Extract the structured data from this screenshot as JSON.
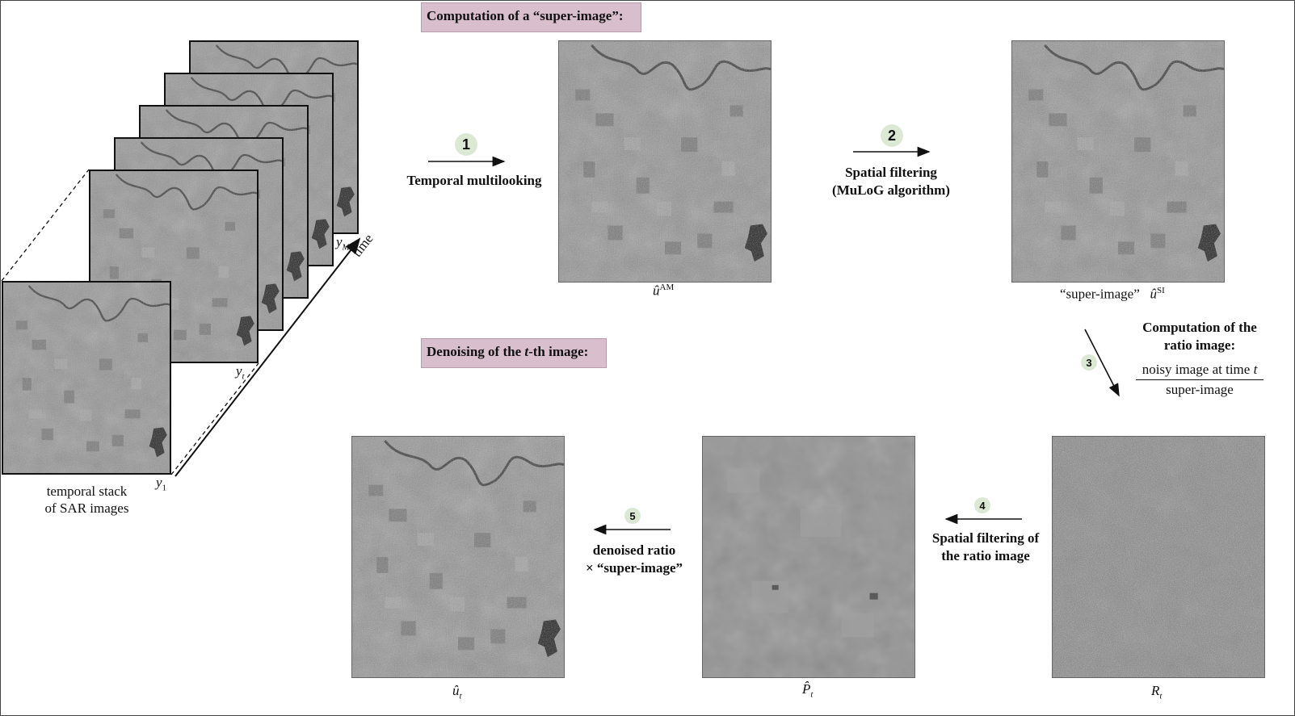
{
  "section1": {
    "title": "Computation of a “super-image”:"
  },
  "section2": {
    "title_prefix": "Denoising of the ",
    "title_var": "t",
    "title_suffix": "-th image:"
  },
  "stack": {
    "caption_line1": "temporal stack",
    "caption_line2": "of SAR images",
    "label_first": "y",
    "label_first_sub": "1",
    "label_mid": "y",
    "label_mid_sub": "t",
    "label_last": "y",
    "label_last_sub": "M",
    "time_label": "time"
  },
  "steps": [
    {
      "number": "1",
      "label_line1": "Temporal multilooking",
      "label_line2": ""
    },
    {
      "number": "2",
      "label_line1": "Spatial filtering",
      "label_line2": "(MuLoG algorithm)"
    },
    {
      "number": "3",
      "label_line1": "Computation of the",
      "label_line2": "ratio image:",
      "frac_num_text": "noisy image at time ",
      "frac_num_var": "t",
      "frac_den": "super-image"
    },
    {
      "number": "4",
      "label_line1": "Spatial filtering of",
      "label_line2": "the ratio image"
    },
    {
      "number": "5",
      "label_line1": "denoised ratio",
      "label_line2": "× “super-image”"
    }
  ],
  "images": {
    "am": {
      "sym": "û",
      "sup": "AM"
    },
    "si": {
      "quote": "“super-image”",
      "sym": "û",
      "sup": "SI"
    },
    "ratio": {
      "sym": "R",
      "sub": "t"
    },
    "phat": {
      "sym": "P̂",
      "sub": "t"
    },
    "ut": {
      "sym": "û",
      "sub": "t"
    }
  },
  "colors": {
    "banner_bg": "#d9bfce",
    "step_bubble": "#dbe9d4"
  }
}
